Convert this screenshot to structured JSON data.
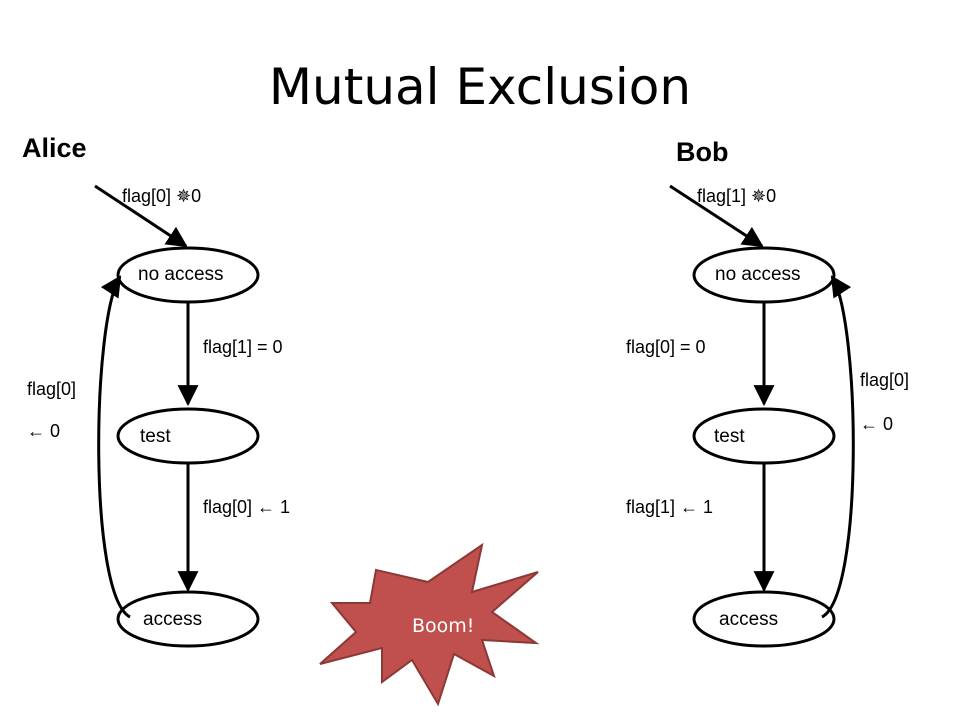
{
  "title": "Mutual Exclusion",
  "alice": {
    "name": "Alice",
    "init_label": "flag[0] ✵0",
    "states": {
      "no_access": "no access",
      "test": "test",
      "access": "access"
    },
    "edge_noaccess_test": "flag[1] = 0",
    "edge_test_access": "flag[0] ← 1",
    "return_line1": "flag[0]",
    "return_line2": "← 0"
  },
  "bob": {
    "name": "Bob",
    "init_label": "flag[1] ✵0",
    "states": {
      "no_access": "no access",
      "test": "test",
      "access": "access"
    },
    "edge_noaccess_test": "flag[0] = 0",
    "edge_test_access": "flag[1] ← 1",
    "return_line1": "flag[0]",
    "return_line2": "← 0"
  },
  "boom": {
    "label": "Boom!",
    "fill": "#C0504D",
    "stroke": "#8C3836"
  },
  "colors": {
    "ink": "#000000",
    "node_fill": "#ffffff"
  }
}
